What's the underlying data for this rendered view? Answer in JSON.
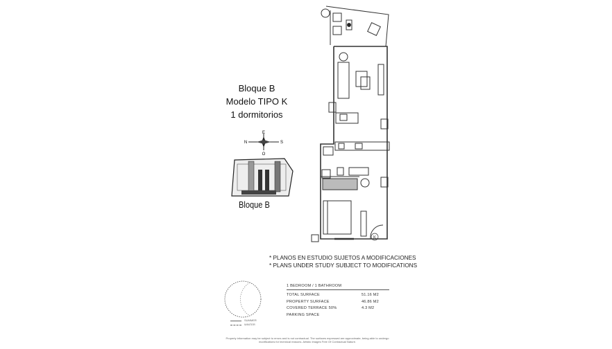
{
  "heading": {
    "block": "Bloque B",
    "model": "Modelo TIPO K",
    "bedrooms": "1 dormitorios"
  },
  "compass": {
    "top": "E",
    "left": "N",
    "right": "S",
    "bottom": "O"
  },
  "key_plan": {
    "label": "Bloque B"
  },
  "notes": [
    "* PLANOS EN ESTUDIO SUJETOS A MODIFICACIONES",
    "* PLANS UNDER STUDY SUBJECT TO MODIFICATIONS"
  ],
  "sun_chart": {
    "legend": [
      "SUMMER",
      "WINTER"
    ]
  },
  "unit_marker": "K",
  "surface_table": {
    "header": "1 BEDROOM / 1 BATHROOM",
    "rows": [
      {
        "label": "TOTAL SURFACE",
        "value": "51.16 M2"
      },
      {
        "label": "PROPERTY SURFACE",
        "value": "46.86 M2"
      },
      {
        "label": "COVERED TERRACE 50%",
        "value": "4.3 M2"
      },
      {
        "label": "PARKING SPACE",
        "value": ""
      }
    ]
  },
  "footer": "Property information may be subject to errors and is not contractual. The surfaces expressed are approximate, being able to undergo modifications for technical reasons. Artistic Images Free Of Contractual Nature."
}
